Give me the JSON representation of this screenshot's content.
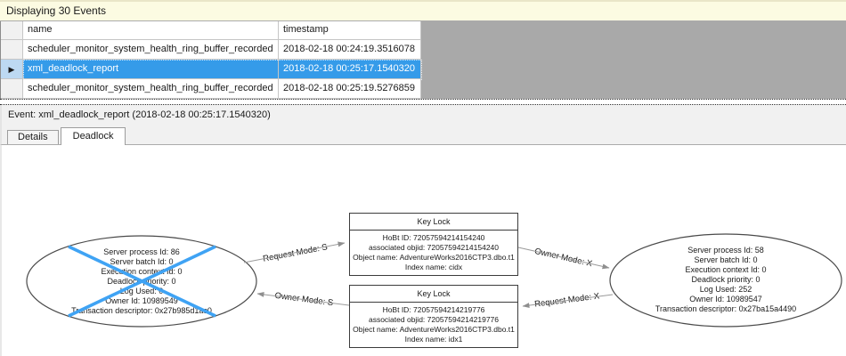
{
  "header": {
    "text": "Displaying 30 Events"
  },
  "grid": {
    "columns": [
      {
        "label": "name"
      },
      {
        "label": "timestamp"
      }
    ],
    "rows": [
      {
        "name": "scheduler_monitor_system_health_ring_buffer_recorded",
        "timestamp": "2018-02-18 00:24:19.3516078",
        "selected": false
      },
      {
        "name": "xml_deadlock_report",
        "timestamp": "2018-02-18 00:25:17.1540320",
        "selected": true
      },
      {
        "name": "scheduler_monitor_system_health_ring_buffer_recorded",
        "timestamp": "2018-02-18 00:25:19.5276859",
        "selected": false
      }
    ],
    "selection_arrow_icon": "▶"
  },
  "event_line": {
    "text": "Event: xml_deadlock_report (2018-02-18 00:25:17.1540320)"
  },
  "tabs": [
    {
      "label": "Details",
      "active": false
    },
    {
      "label": "Deadlock",
      "active": true
    }
  ],
  "deadlock_graph": {
    "processes": [
      {
        "victim": true,
        "lines": [
          "Server process Id: 86",
          "Server batch Id: 0",
          "Execution context Id: 0",
          "Deadlock priority: 0",
          "Log Used: 0",
          "Owner Id: 10989549",
          "Transaction descriptor: 0x27b985d1ac0"
        ]
      },
      {
        "victim": false,
        "lines": [
          "Server process Id: 58",
          "Server batch Id: 0",
          "Execution context Id: 0",
          "Deadlock priority: 0",
          "Log Used: 252",
          "Owner Id: 10989547",
          "Transaction descriptor: 0x27ba15a4490"
        ]
      }
    ],
    "resources": [
      {
        "title": "Key Lock",
        "lines": [
          "HoBt ID: 72057594214154240",
          "associated objid: 72057594214154240",
          "Object name: AdventureWorks2016CTP3.dbo.t1",
          "Index name: cidx"
        ]
      },
      {
        "title": "Key Lock",
        "lines": [
          "HoBt ID: 72057594214219776",
          "associated objid: 72057594214219776",
          "Object name: AdventureWorks2016CTP3.dbo.t1",
          "Index name: idx1"
        ]
      }
    ],
    "edges": [
      {
        "label": "Request Mode: S"
      },
      {
        "label": "Owner Mode: S"
      },
      {
        "label": "Owner Mode: X"
      },
      {
        "label": "Request Mode: X"
      }
    ],
    "colors": {
      "selection_blue": "#359BE9",
      "selector_blue": "#BDD9F2",
      "victim_cross_blue": "#3FA3F4",
      "edge_gray": "#9A9A9A",
      "header_cream": "#FCFBE2",
      "filler_gray": "#A9A9A9"
    }
  }
}
